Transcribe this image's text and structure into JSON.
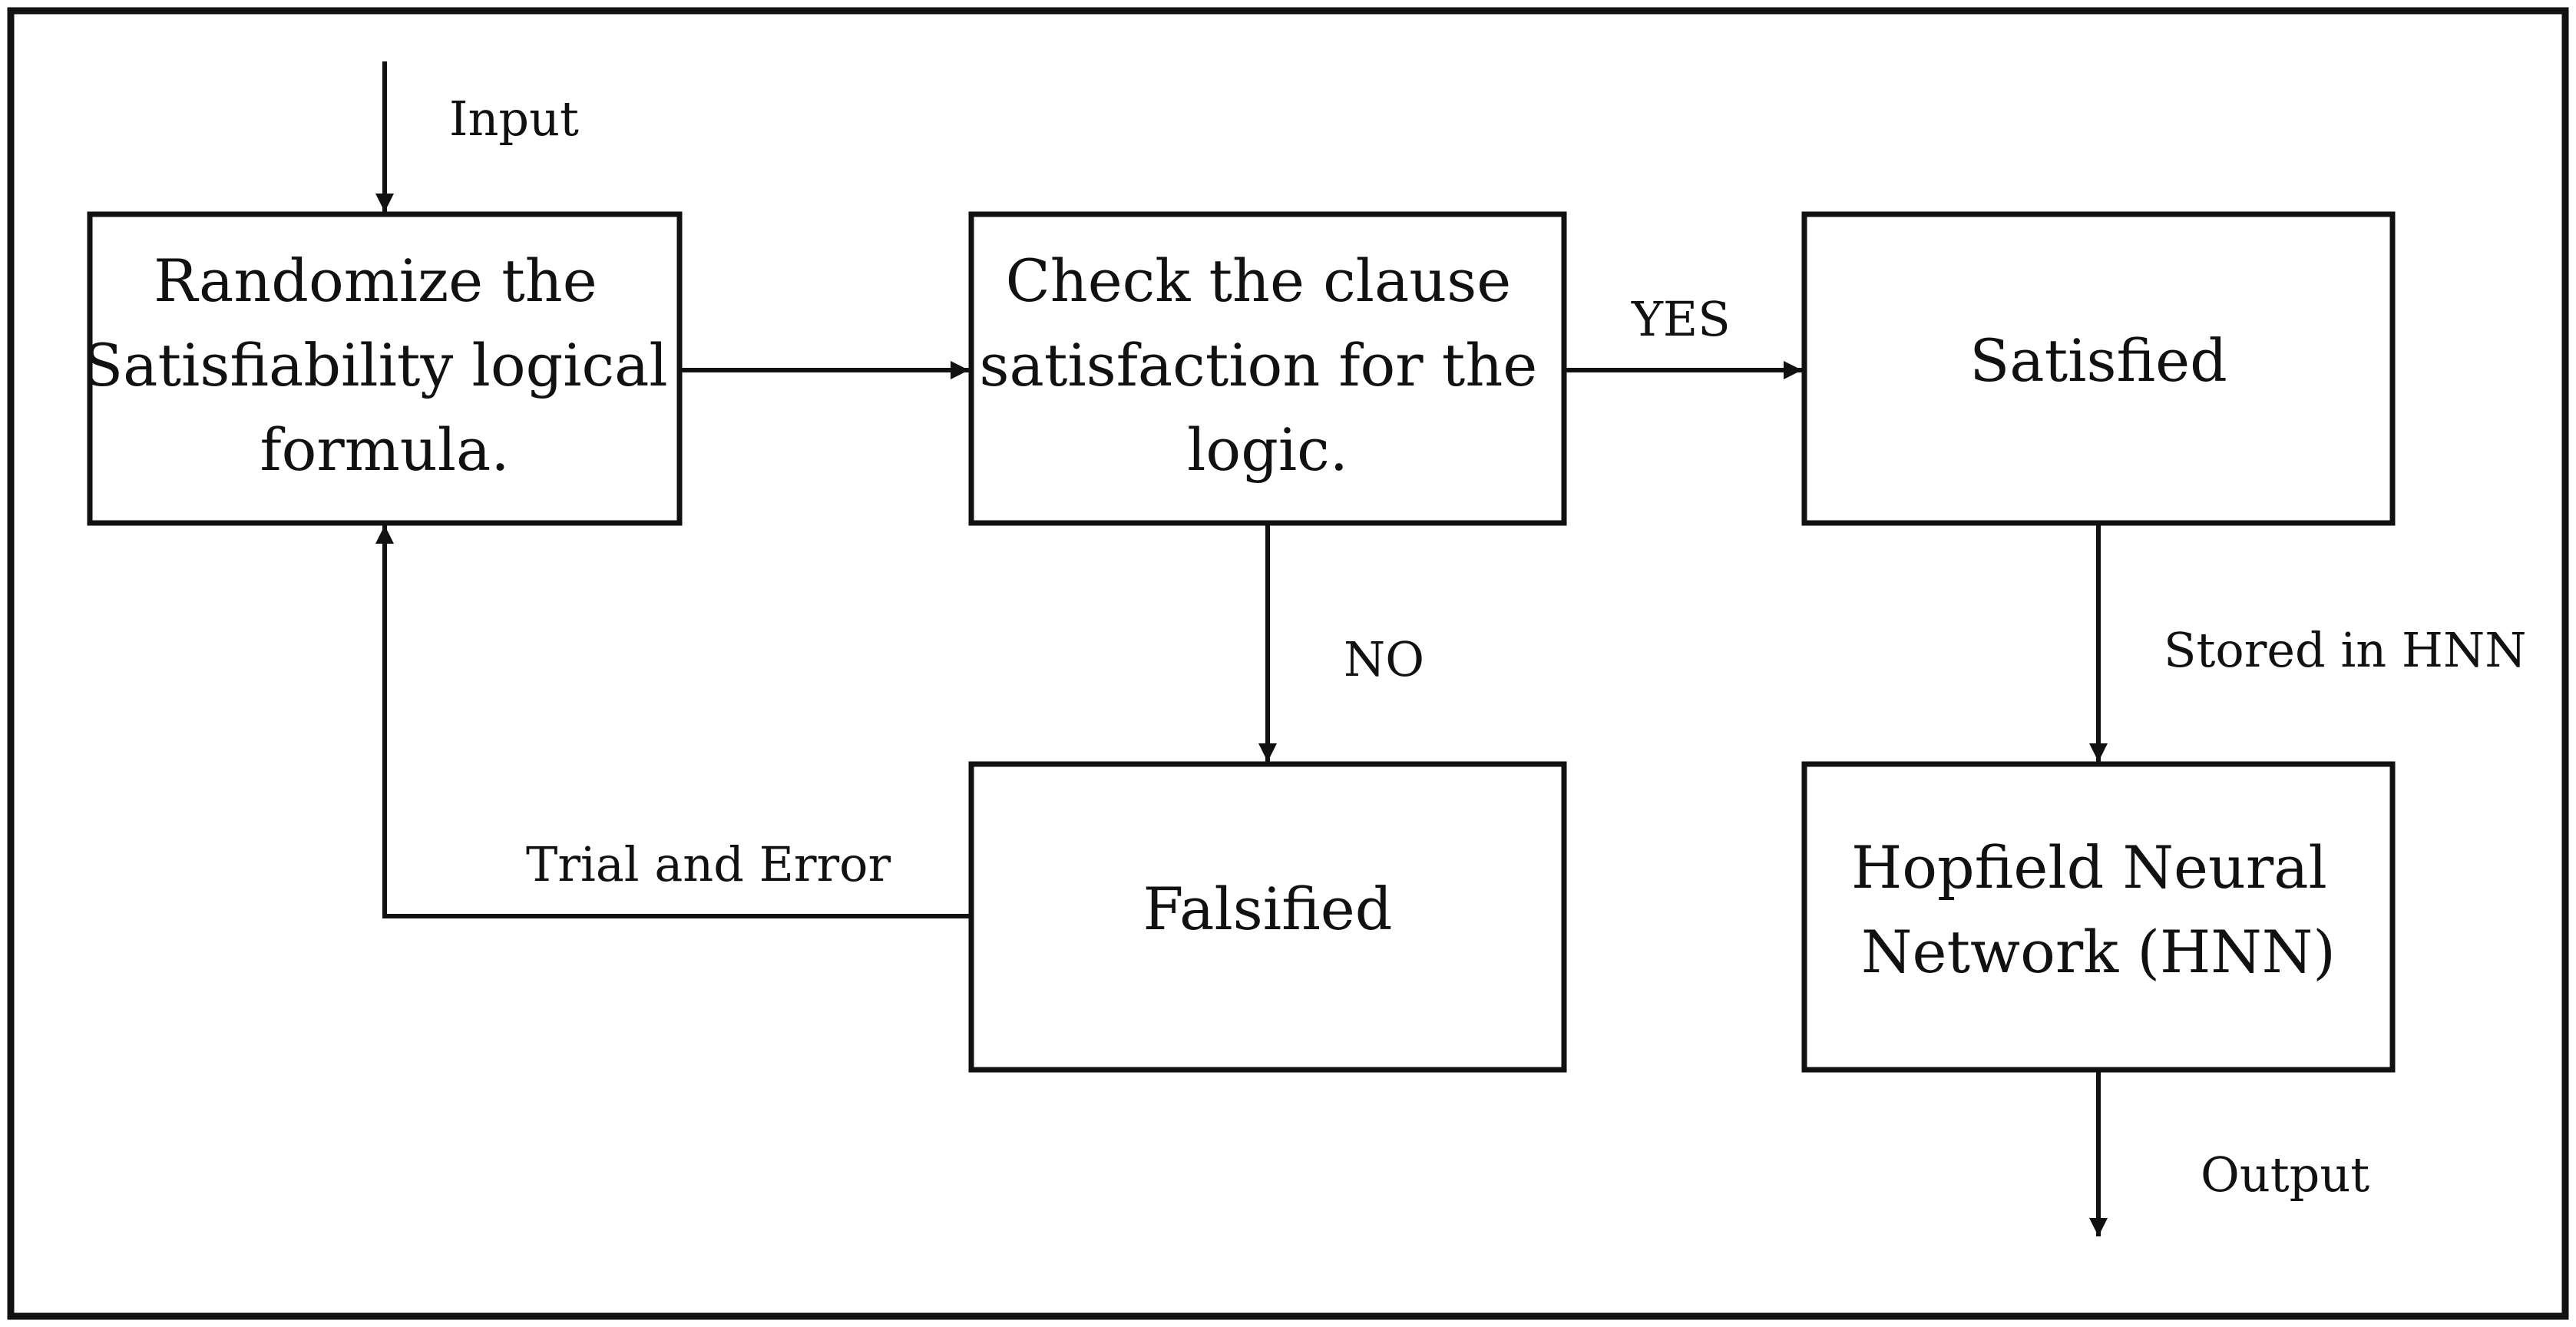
{
  "diagram": {
    "nodes": {
      "randomize": {
        "lines": [
          "Randomize the",
          "Satisfiability logical",
          "formula."
        ]
      },
      "check": {
        "lines": [
          "Check the clause",
          "satisfaction for the",
          "logic."
        ]
      },
      "satisfied": {
        "lines": [
          "Satisfied"
        ]
      },
      "falsified": {
        "lines": [
          "Falsified"
        ]
      },
      "hnn": {
        "lines": [
          "Hopfield Neural",
          "Network (HNN)"
        ]
      }
    },
    "edges": {
      "input": "Input",
      "yes": "YES",
      "no": "NO",
      "stored": "Stored in HNN",
      "trial": "Trial and Error",
      "output": "Output"
    }
  }
}
